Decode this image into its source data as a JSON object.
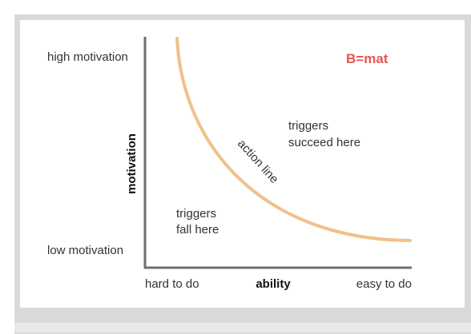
{
  "diagram": {
    "formula": "B=mat",
    "y_axis": {
      "title": "motivation",
      "high_label": "high motivation",
      "low_label": "low motivation"
    },
    "x_axis": {
      "title": "ability",
      "low_label": "hard to do",
      "high_label": "easy to do"
    },
    "curve_label": "action line",
    "regions": {
      "above_curve_line1": "triggers",
      "above_curve_line2": "succeed here",
      "below_curve_line1": "triggers",
      "below_curve_line2": "fall here"
    }
  },
  "colors": {
    "curve": "#f2c08a",
    "formula": "#e5574f",
    "axis": "#6e6e6e",
    "frame": "#d9d9d9"
  }
}
